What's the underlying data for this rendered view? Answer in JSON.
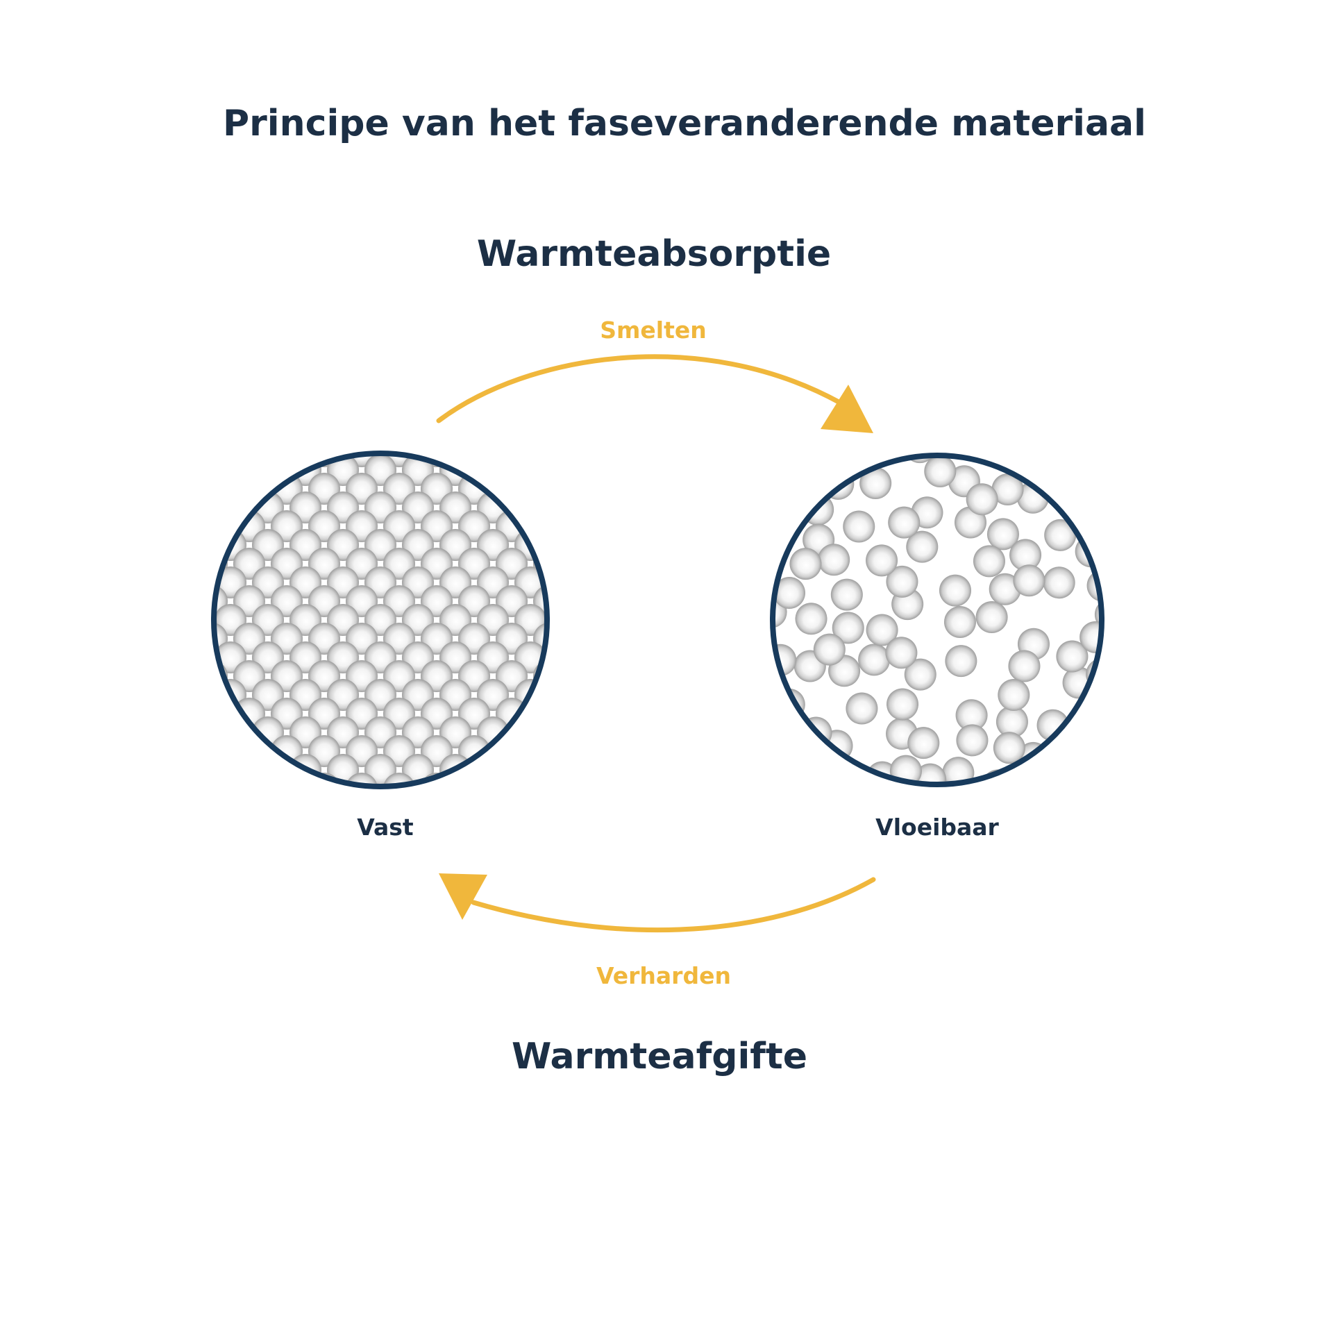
{
  "title": "Principe van het faseveranderende materiaal",
  "top_heading": "Warmteabsorptie",
  "bottom_heading": "Warmteafgifte",
  "arrows": {
    "melt_label": "Smelten",
    "solidify_label": "Verharden"
  },
  "states": {
    "solid_label": "Vast",
    "liquid_label": "Vloeibaar"
  },
  "colors": {
    "heading": "#1c2f45",
    "accent": "#f0b73c",
    "circle_border": "#173a5c",
    "particle": "#c8c8c8"
  }
}
